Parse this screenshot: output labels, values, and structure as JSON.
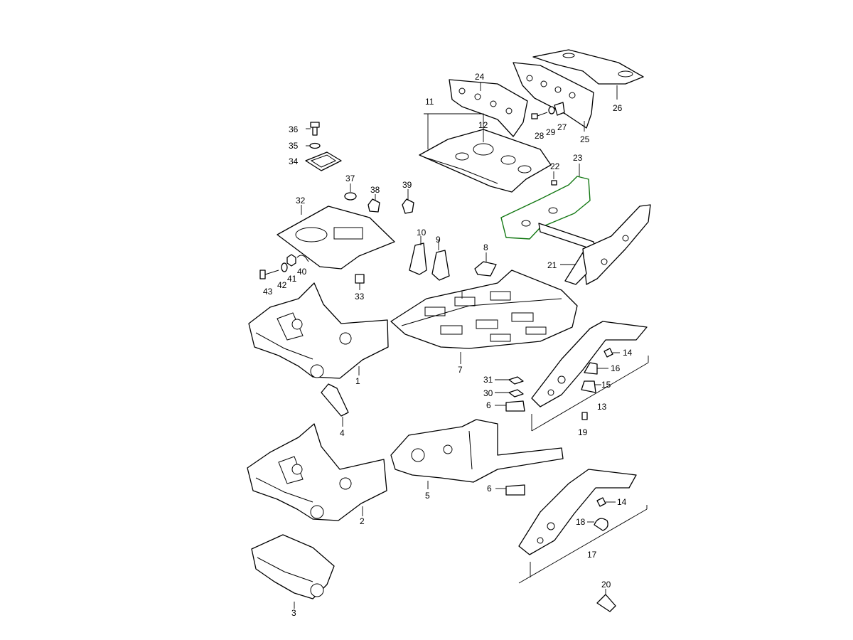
{
  "callouts": {
    "p1": "1",
    "p2": "2",
    "p3": "3",
    "p4": "4",
    "p5": "5",
    "p6a": "6",
    "p6b": "6",
    "p7": "7",
    "p8": "8",
    "p9": "9",
    "p10": "10",
    "p11": "11",
    "p12": "12",
    "p13": "13",
    "p14a": "14",
    "p14b": "14",
    "p15": "15",
    "p16": "16",
    "p17": "17",
    "p18": "18",
    "p19": "19",
    "p20": "20",
    "p21": "21",
    "p22": "22",
    "p23": "23",
    "p24": "24",
    "p25": "25",
    "p26": "26",
    "p27": "27",
    "p28": "28",
    "p29": "29",
    "p30": "30",
    "p31": "31",
    "p32": "32",
    "p33": "33",
    "p34": "34",
    "p35": "35",
    "p36": "36",
    "p37": "37",
    "p38": "38",
    "p39": "39",
    "p40": "40",
    "p41": "41",
    "p42": "42",
    "p43": "43"
  },
  "highlight": {
    "part": "23",
    "color": "#117711"
  }
}
